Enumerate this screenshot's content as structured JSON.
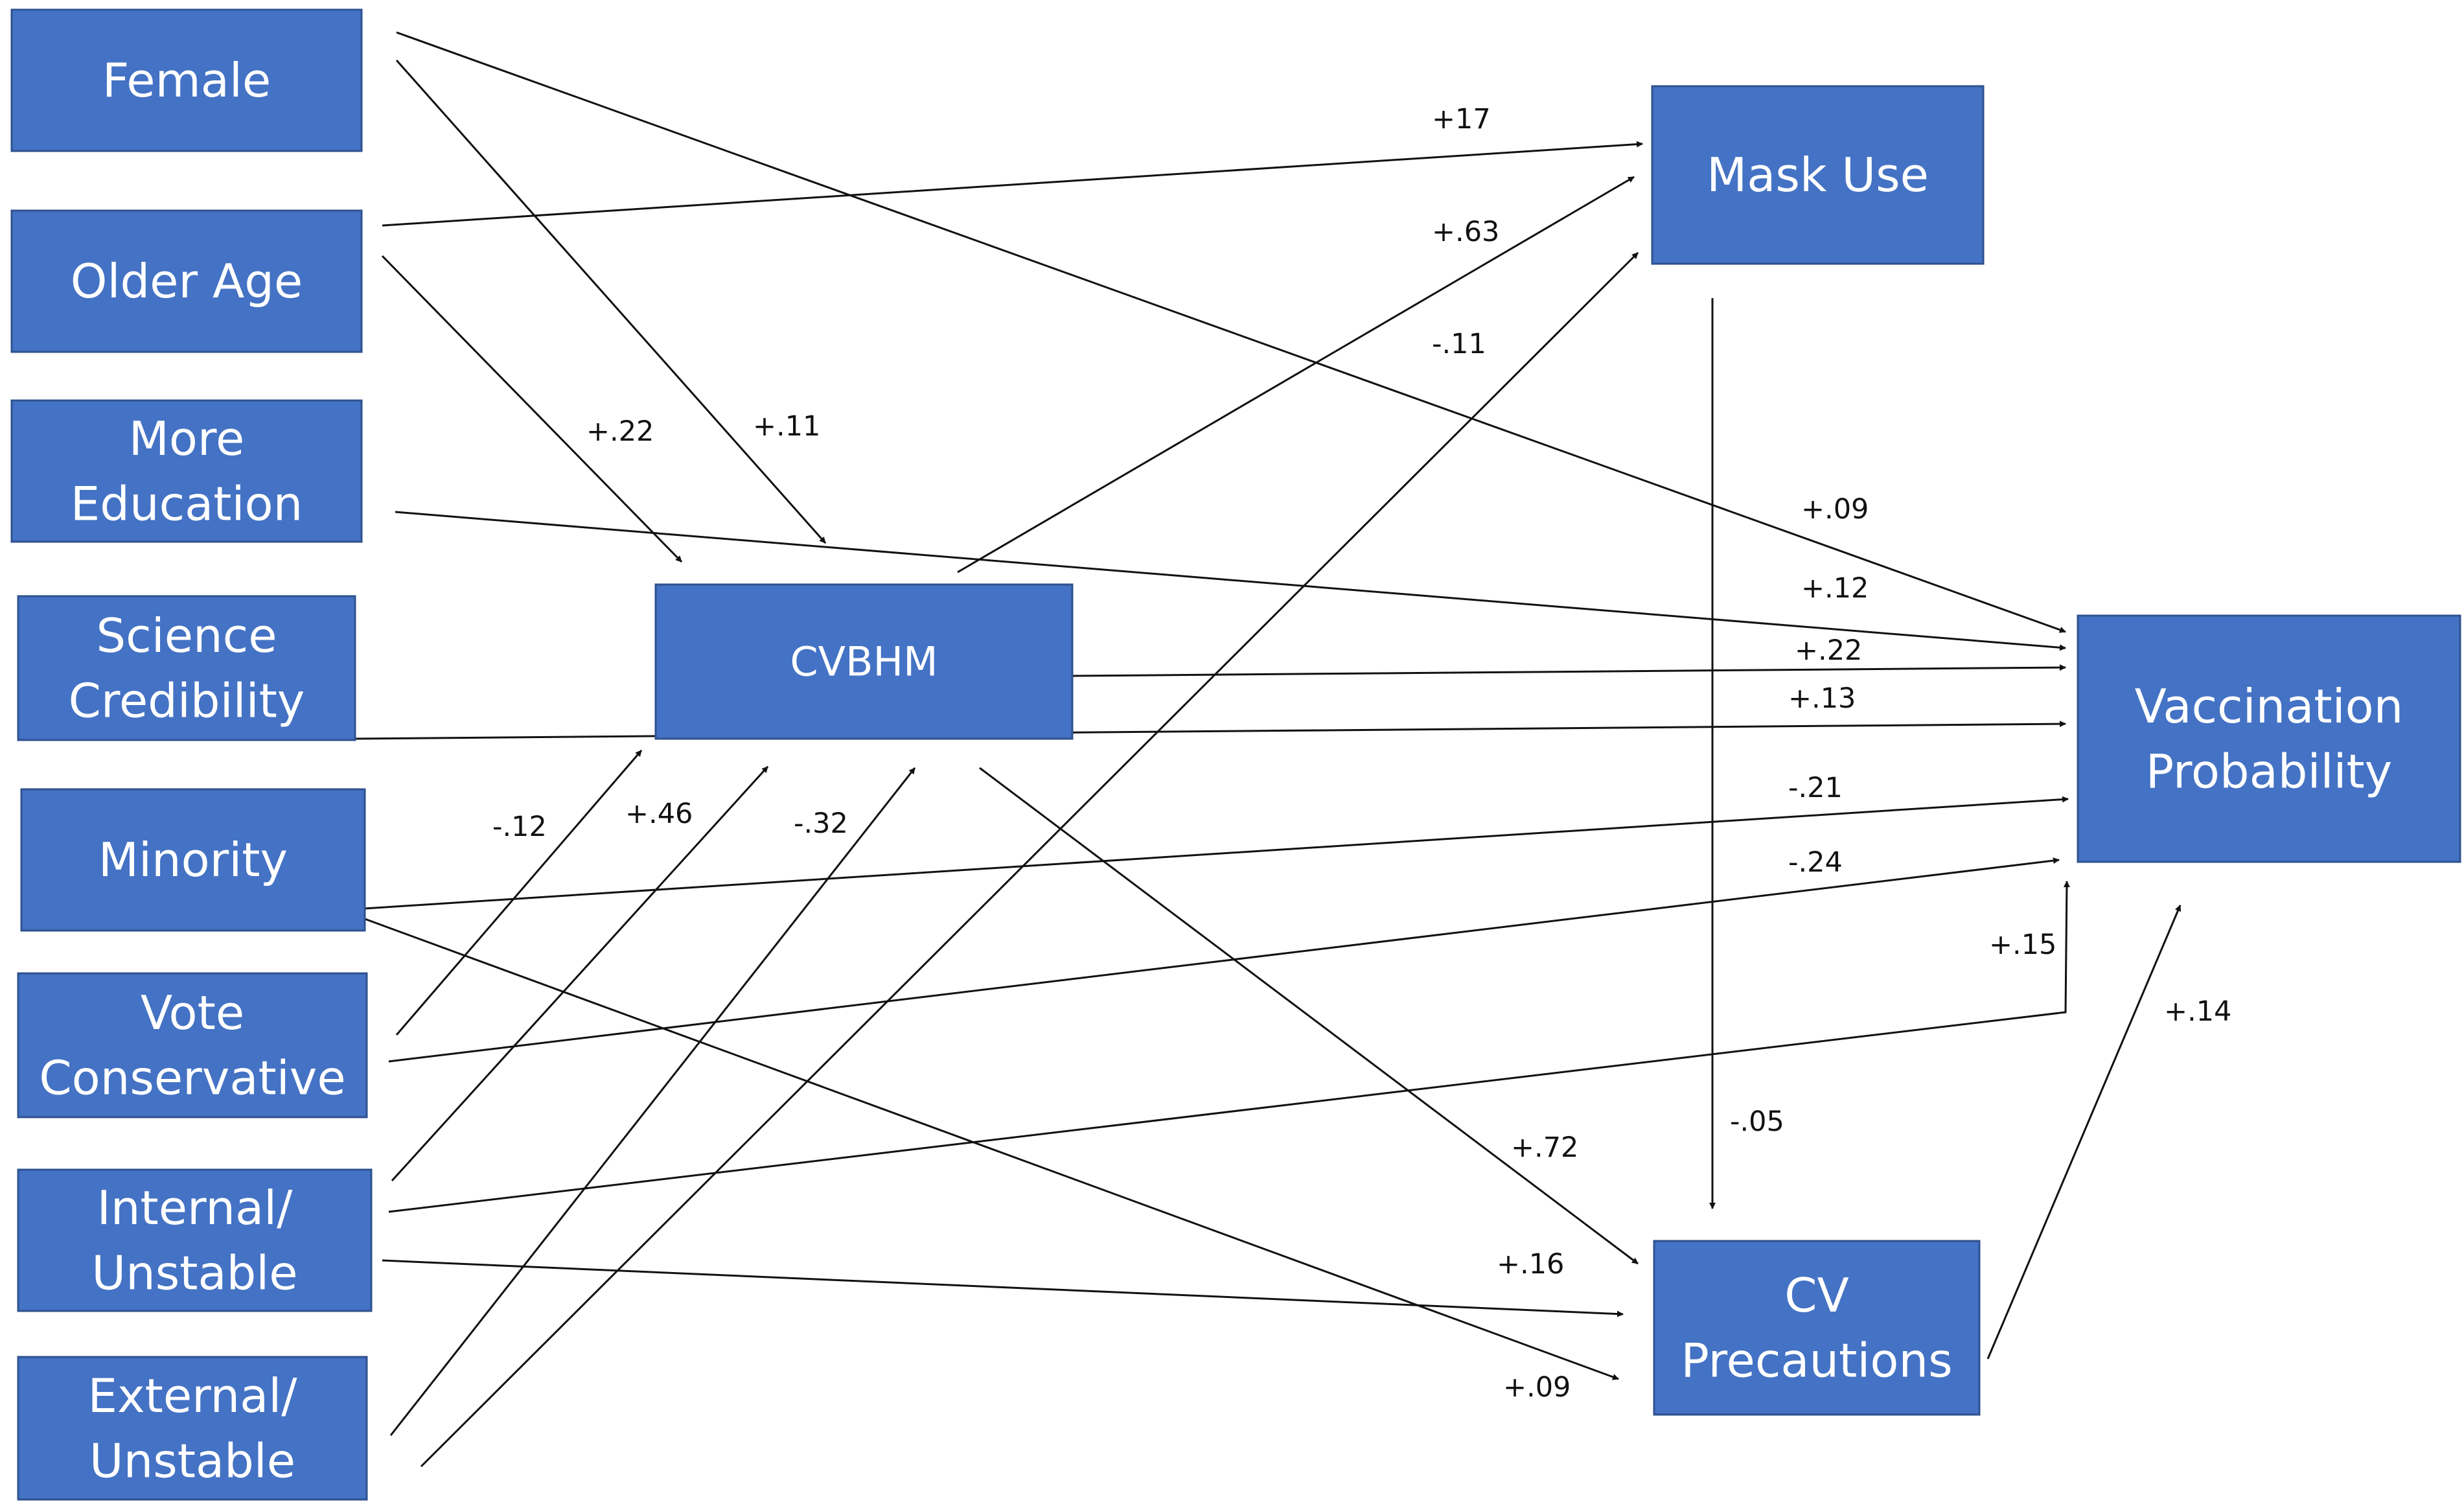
{
  "nodes": {
    "female": [
      "Female"
    ],
    "older_age": [
      "Older Age"
    ],
    "more_education": [
      "More",
      "Education"
    ],
    "science_credibility": [
      "Science",
      "Credibility"
    ],
    "minority": [
      "Minority"
    ],
    "vote_conservative": [
      "Vote",
      "Conservative"
    ],
    "internal_unstable": [
      "Internal/",
      "Unstable"
    ],
    "external_unstable": [
      "External/",
      "Unstable"
    ],
    "cvbhm": [
      "CVBHM"
    ],
    "mask_use": [
      "Mask Use"
    ],
    "cv_precautions": [
      "CV",
      "Precautions"
    ],
    "vaccination_probability": [
      "Vaccination",
      "Probability"
    ]
  },
  "edges": [
    {
      "from": "older_age",
      "to": "mask_use",
      "label": "+17"
    },
    {
      "from": "cvbhm",
      "to": "mask_use",
      "label": "+.63"
    },
    {
      "from": "external_unstable",
      "to": "mask_use",
      "label": "-.11"
    },
    {
      "from": "older_age",
      "to": "cvbhm",
      "label": "+.22"
    },
    {
      "from": "female",
      "to": "cvbhm",
      "label": "+.11"
    },
    {
      "from": "female",
      "to": "vaccination_probability",
      "label": "+.09"
    },
    {
      "from": "more_education",
      "to": "vaccination_probability",
      "label": "+.12"
    },
    {
      "from": "cvbhm",
      "to": "vaccination_probability",
      "label": "+.22"
    },
    {
      "from": "science_credibility",
      "to": "vaccination_probability",
      "label": "+.13"
    },
    {
      "from": "minority",
      "to": "vaccination_probability",
      "label": "-.21"
    },
    {
      "from": "vote_conservative",
      "to": "vaccination_probability",
      "label": "-.24"
    },
    {
      "from": "internal_unstable",
      "to": "vaccination_probability",
      "label": "+.15"
    },
    {
      "from": "cv_precautions",
      "to": "vaccination_probability",
      "label": "+.14"
    },
    {
      "from": "vote_conservative",
      "to": "cvbhm",
      "label": "-.12"
    },
    {
      "from": "internal_unstable",
      "to": "cvbhm",
      "label": "+.46"
    },
    {
      "from": "external_unstable",
      "to": "cvbhm",
      "label": "-.32"
    },
    {
      "from": "cvbhm",
      "to": "cv_precautions",
      "label": "+.72"
    },
    {
      "from": "mask_use",
      "to": "cv_precautions",
      "label": "-.05"
    },
    {
      "from": "internal_unstable",
      "to": "cv_precautions",
      "label": "+.16"
    },
    {
      "from": "minority",
      "to": "cv_precautions",
      "label": "+.09"
    }
  ]
}
